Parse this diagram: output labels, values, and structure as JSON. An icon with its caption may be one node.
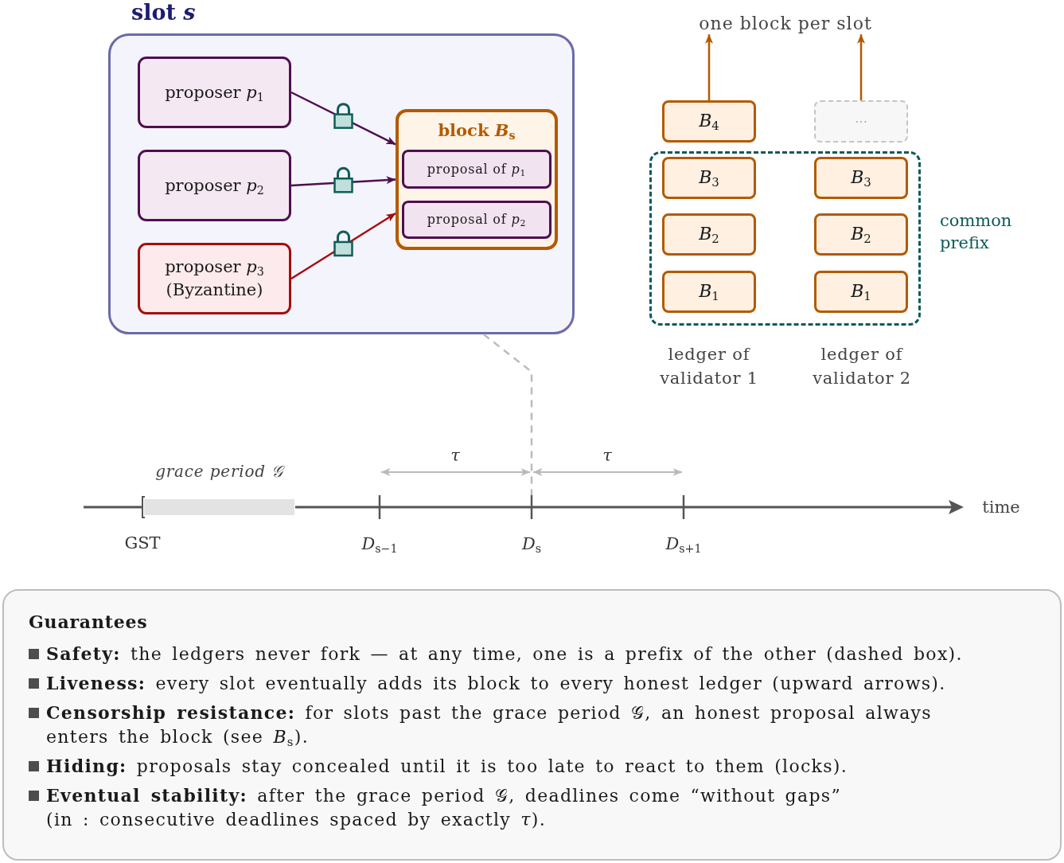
{
  "diagram": {
    "nodes": [
      {
        "text": [
          "slot *s*"
        ]
      },
      {
        "text": [
          "proposer *p*$_{1}$"
        ],
        "in": 0
      },
      {
        "text": [
          "proposer *p*$_{2}$"
        ],
        "in": 0
      },
      {
        "text": [
          "proposer *p*$_{3}$ (Byzantine)"
        ],
        "in": 0
      },
      {
        "text": [
          "block *B*$_{s}$"
        ],
        "in": 0
      },
      {
        "text": [
          "proposal of *p*$_{1}$"
        ],
        "in": 4
      },
      {
        "text": [
          "proposal of *p*$_{2}$"
        ],
        "in": 4
      },
      {
        "text": [
          "one block per slot"
        ]
      },
      {
        "text": [
          "*B*$_{4}$"
        ]
      },
      {
        "text": [
          "⋯"
        ]
      },
      {
        "text": [
          "common prefix"
        ]
      },
      {
        "text": [
          "*B*$_{3}$"
        ],
        "in": 10
      },
      {
        "text": [
          "*B*$_{3}$"
        ],
        "in": 10
      },
      {
        "text": [
          "*B*$_{2}$"
        ],
        "in": 10
      },
      {
        "text": [
          "*B*$_{2}$"
        ],
        "in": 10
      },
      {
        "text": [
          "*B*$_{1}$"
        ],
        "in": 10
      },
      {
        "text": [
          "*B*$_{1}$"
        ],
        "in": 10
      },
      {
        "text": [
          "grace period 𝒢"
        ]
      },
      {
        "text": [
          "Guarantees",
          "**Safety:** the ledgers never fork — at any time, one is a prefix of the other (dashed box).",
          "**Liveness:** every slot eventually adds its block to every honest ledger (upward arrows).",
          "**Censorship resistance:** for slots past the grace period 𝒢, an honest proposal always enters the block (see *B*$_{s}$).",
          "**Hiding:** proposals stay concealed until it is too late to react to them (locks).",
          "**Eventual stability:** after the grace period 𝒢, deadlines come “without gaps” (in : consecutive deadlines spaced by exactly *τ*)."
        ]
      }
    ],
    "edges": [
      {
        "from": 1,
        "to": 4,
        "arrow": "to",
        "color": "#4f0f50"
      },
      {
        "from": 2,
        "to": 4,
        "arrow": "to",
        "color": "#4f0f50"
      },
      {
        "from": 3,
        "to": 4,
        "arrow": "to",
        "color": "#a30e0e"
      },
      {
        "from": 8,
        "to": 7,
        "arrow": "to",
        "color": "#b35a00"
      },
      {
        "from": 9,
        "to": 7,
        "arrow": "to",
        "color": "#b35a00"
      },
      {
        "from": 0,
        "to": null,
        "arrow": "none",
        "style": "dashed",
        "color": "#bbbbbb"
      }
    ],
    "labels": [
      "ledger of validator 1",
      "ledger of validator 2",
      "τ",
      "τ",
      "time",
      "GST",
      "*D*$_{s−1}$",
      "*D*$_{s}$",
      "*D*$_{s+1}$"
    ]
  }
}
